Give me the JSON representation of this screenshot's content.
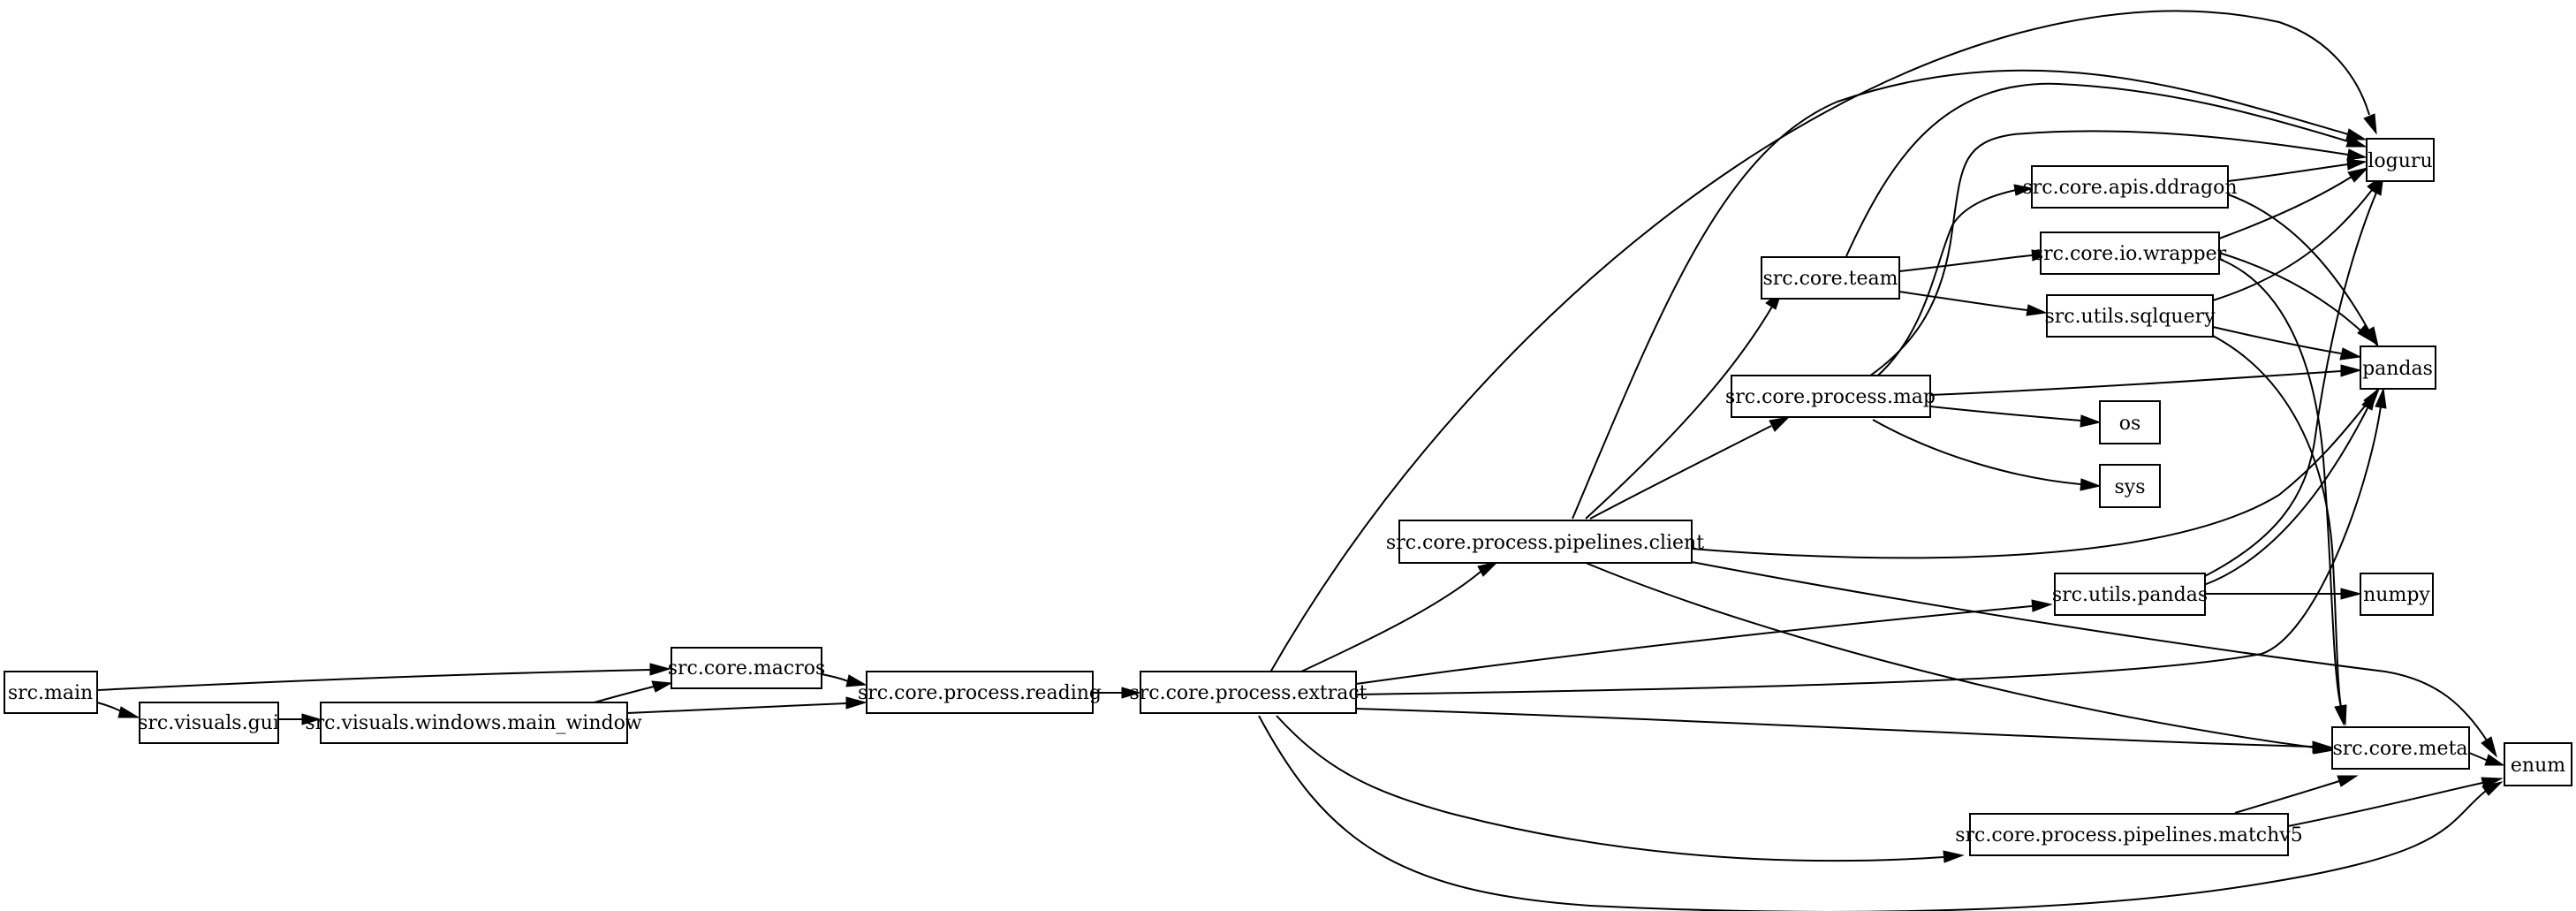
{
  "diagram": {
    "nodes": {
      "main": "src.main",
      "gui": "src.visuals.gui",
      "main_window": "src.visuals.windows.main_window",
      "macros": "src.core.macros",
      "reading": "src.core.process.reading",
      "extract": "src.core.process.extract",
      "pipelines_client": "src.core.process.pipelines.client",
      "pipelines_matchv5": "src.core.process.pipelines.matchv5",
      "team": "src.core.team",
      "process_map": "src.core.process.map",
      "ddragon": "src.core.apis.ddragon",
      "io_wrapper": "src.core.io.wrapper",
      "sqlquery": "src.utils.sqlquery",
      "utils_pandas": "src.utils.pandas",
      "loguru": "loguru",
      "pandas": "pandas",
      "os": "os",
      "sys": "sys",
      "numpy": "numpy",
      "meta": "src.core.meta",
      "enum": "enum"
    },
    "edges": [
      [
        "main",
        "macros"
      ],
      [
        "main",
        "gui"
      ],
      [
        "gui",
        "main_window"
      ],
      [
        "main_window",
        "macros"
      ],
      [
        "main_window",
        "reading"
      ],
      [
        "macros",
        "reading"
      ],
      [
        "reading",
        "extract"
      ],
      [
        "extract",
        "loguru"
      ],
      [
        "extract",
        "pipelines_client"
      ],
      [
        "extract",
        "utils_pandas"
      ],
      [
        "extract",
        "pandas"
      ],
      [
        "extract",
        "meta"
      ],
      [
        "extract",
        "pipelines_matchv5"
      ],
      [
        "extract",
        "enum"
      ],
      [
        "pipelines_client",
        "loguru"
      ],
      [
        "pipelines_client",
        "team"
      ],
      [
        "pipelines_client",
        "process_map"
      ],
      [
        "pipelines_client",
        "pandas"
      ],
      [
        "pipelines_client",
        "meta"
      ],
      [
        "pipelines_client",
        "enum"
      ],
      [
        "team",
        "loguru"
      ],
      [
        "team",
        "io_wrapper"
      ],
      [
        "team",
        "sqlquery"
      ],
      [
        "process_map",
        "loguru"
      ],
      [
        "process_map",
        "ddragon"
      ],
      [
        "process_map",
        "pandas"
      ],
      [
        "process_map",
        "os"
      ],
      [
        "process_map",
        "sys"
      ],
      [
        "ddragon",
        "loguru"
      ],
      [
        "ddragon",
        "pandas"
      ],
      [
        "io_wrapper",
        "loguru"
      ],
      [
        "io_wrapper",
        "pandas"
      ],
      [
        "io_wrapper",
        "meta"
      ],
      [
        "sqlquery",
        "loguru"
      ],
      [
        "sqlquery",
        "pandas"
      ],
      [
        "sqlquery",
        "meta"
      ],
      [
        "utils_pandas",
        "loguru"
      ],
      [
        "utils_pandas",
        "pandas"
      ],
      [
        "utils_pandas",
        "numpy"
      ],
      [
        "meta",
        "enum"
      ],
      [
        "pipelines_matchv5",
        "meta"
      ],
      [
        "pipelines_matchv5",
        "enum"
      ]
    ]
  }
}
